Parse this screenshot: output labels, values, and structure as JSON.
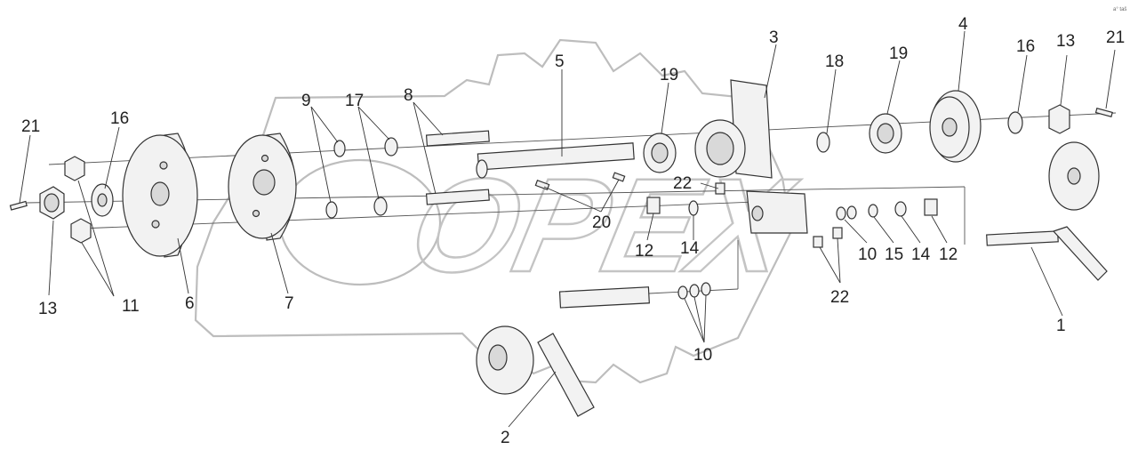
{
  "watermark": {
    "text": "OPEX"
  },
  "corner_mark": "a° taš",
  "labels": {
    "p1": "1",
    "p2": "2",
    "p3": "3",
    "p4": "4",
    "p5": "5",
    "p6": "6",
    "p7": "7",
    "p8": "8",
    "p9": "9",
    "p10a": "10",
    "p10b": "10",
    "p11": "11",
    "p12a": "12",
    "p12b": "12",
    "p13a": "13",
    "p13b": "13",
    "p14a": "14",
    "p14b": "14",
    "p15": "15",
    "p16a": "16",
    "p16b": "16",
    "p17": "17",
    "p18": "18",
    "p19a": "19",
    "p19b": "19",
    "p20": "20",
    "p21a": "21",
    "p21b": "21",
    "p22a": "22",
    "p22b": "22"
  }
}
